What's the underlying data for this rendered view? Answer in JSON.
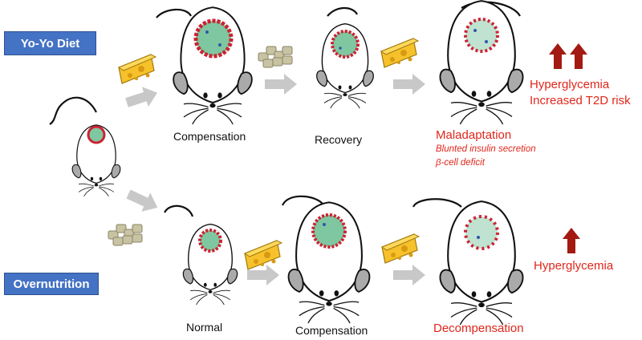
{
  "rows": {
    "yoyo": {
      "label": "Yo-Yo Diet",
      "stage1": "Compensation",
      "stage2": "Recovery",
      "stage3": "Maladaptation",
      "details": [
        "Blunted insulin secretion",
        "β-cell deficit"
      ],
      "outcomes": [
        "Hyperglycemia",
        "Increased T2D risk"
      ],
      "arrow_count": 2
    },
    "overnutrition": {
      "label": "Overnutrition",
      "stage0": "Normal",
      "stage1": "Compensation",
      "stage2": "Decompensation",
      "outcomes": [
        "Hyperglycemia"
      ],
      "arrow_count": 1
    }
  },
  "icons": {
    "high_fat_food": "cheese-icon",
    "normal_food": "chow-pellets-icon",
    "islet": "pancreatic-islet-icon",
    "increase": "up-arrow-icon"
  },
  "colors": {
    "badge": "#4472c4",
    "outcome_text": "#e0261b",
    "up_arrow": "#a31a12",
    "flow_arrow": "#c8c8c8",
    "alpha_cell": "#cc2233",
    "beta_cell": "#7fc7a0",
    "delta_cell": "#3355aa"
  }
}
